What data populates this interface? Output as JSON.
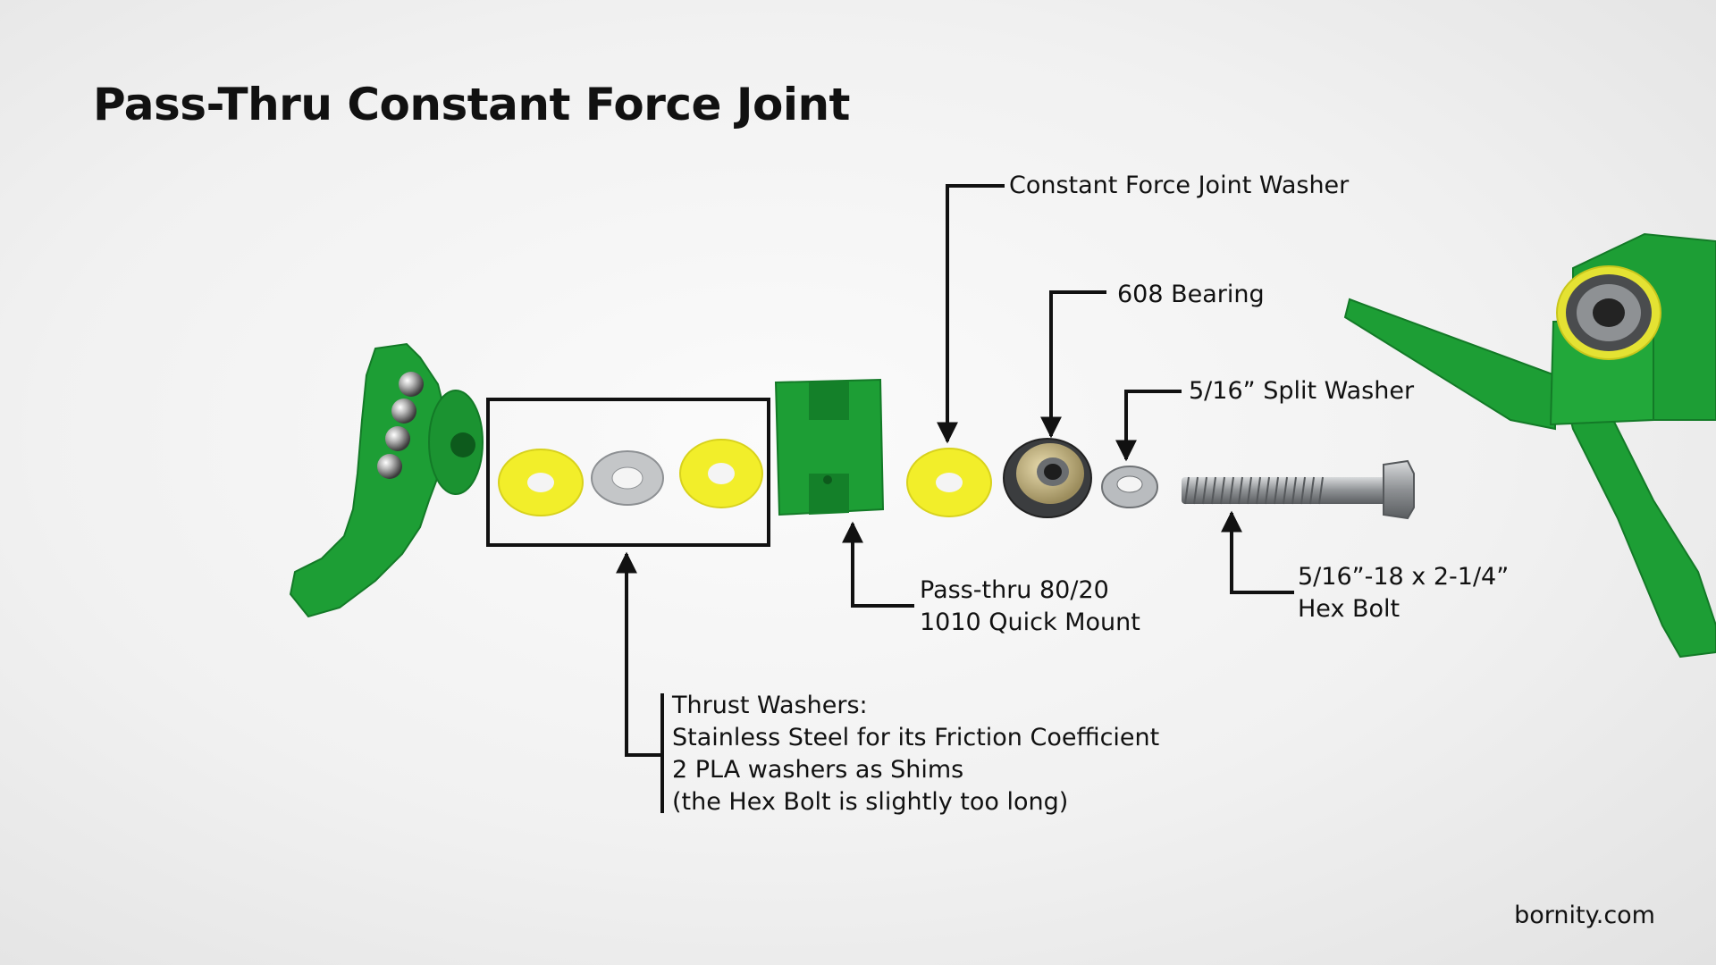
{
  "title": "Pass-Thru Constant Force Joint",
  "labels": {
    "cfj_washer": "Constant Force Joint Washer",
    "bearing": "608 Bearing",
    "split_washer": "5/16” Split Washer",
    "hex_bolt": [
      "5/16”-18 x 2-1/4”",
      "Hex Bolt"
    ],
    "quick_mount": [
      "Pass-thru 80/20",
      "1010 Quick Mount"
    ],
    "thrust_washers": [
      "Thrust Washers:",
      "Stainless Steel for its Friction Coefficient",
      "2 PLA washers as Shims",
      "(the Hex Bolt is slightly too long)"
    ]
  },
  "watermark": "bornity.com",
  "colors": {
    "green_part": "#1d9e35",
    "yellow_pla": "#f2ee2a",
    "steel": "#b9bcbf",
    "callout_line": "#111111",
    "background": "#f3f3f3"
  },
  "icons": [
    "ball-bearing-joint-part",
    "pla-washer",
    "steel-washer",
    "quick-mount-block",
    "608-bearing",
    "split-washer",
    "hex-bolt",
    "tripod-base-part"
  ]
}
